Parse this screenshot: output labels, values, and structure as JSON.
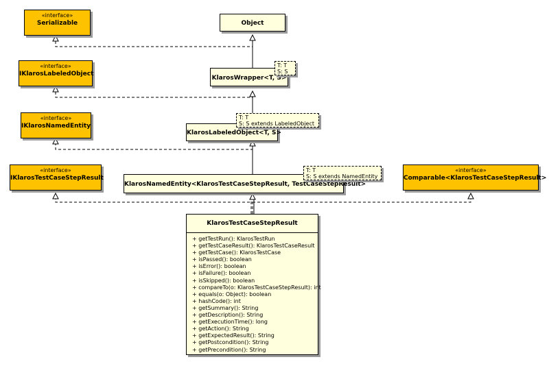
{
  "diagram": {
    "interfaces": [
      {
        "id": "serializable",
        "stereotype": "«interface»",
        "name": "Serializable"
      },
      {
        "id": "ilabeled",
        "stereotype": "«interface»",
        "name": "IKlarosLabeledObject"
      },
      {
        "id": "inamed",
        "stereotype": "«interface»",
        "name": "IKlarosNamedEntity"
      },
      {
        "id": "iresult",
        "stereotype": "«interface»",
        "name": "IKlarosTestCaseStepResult"
      },
      {
        "id": "comparable",
        "stereotype": "«interface»",
        "name": "Comparable<KlarosTestCaseStepResult>"
      }
    ],
    "classes": {
      "object": {
        "name": "Object"
      },
      "wrapper": {
        "name": "KlarosWrapper<T, S>"
      },
      "labeled": {
        "name": "KlarosLabeledObject<T, S>"
      },
      "named": {
        "name": "KlarosNamedEntity<KlarosTestCaseStepResult, TestCaseStepResult>"
      }
    },
    "type_params": {
      "wrapper": [
        "T: T",
        "S: S"
      ],
      "labeled": [
        "T: T",
        "S: S extends LabeledObject"
      ],
      "named": [
        "T: T",
        "S: S extends NamedEntity"
      ]
    },
    "main_class": {
      "name": "KlarosTestCaseStepResult",
      "methods": [
        "+ getTestRun(): KlarosTestRun",
        "+ getTestCaseResult(): KlarosTestCaseResult",
        "+ getTestCase(): KlarosTestCase",
        "+ isPassed(): boolean",
        "+ isError(): boolean",
        "+ isFailure(): boolean",
        "+ isSkipped(): boolean",
        "+ compareTo(o: KlarosTestCaseStepResult): int",
        "+ equals(o: Object): boolean",
        "+ hashCode(): int",
        "+ getSummary(): String",
        "+ getDescription(): String",
        "+ getExecutionTime(): long",
        "+ getAction(): String",
        "+ getExpectedResult(): String",
        "+ getPostcondition(): String",
        "+ getPrecondition(): String"
      ]
    },
    "colors": {
      "interface_fill": "#ffc200",
      "class_fill": "#ffffdd",
      "line": "#000000",
      "shadow": "#9a9a9a"
    }
  }
}
